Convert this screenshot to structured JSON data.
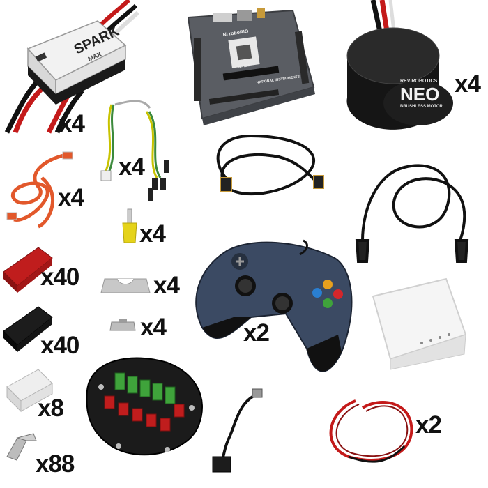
{
  "items": [
    {
      "id": "spark-max",
      "name": "SPARK MAX",
      "quantity": "x4",
      "logo": "SPARK MAX"
    },
    {
      "id": "roborio",
      "name": "NI roboRIO",
      "quantity": ""
    },
    {
      "id": "neo-motor",
      "name": "NEO Brushless Motor",
      "quantity": "x4",
      "logo": "NEO"
    },
    {
      "id": "usb-c-cable",
      "name": "USB-C cable",
      "quantity": "x4"
    },
    {
      "id": "can-wire-pigtail",
      "name": "CAN wire pigtail",
      "quantity": "x4"
    },
    {
      "id": "wire-ferrule",
      "name": "Wire ferrule",
      "quantity": "x4"
    },
    {
      "id": "usb-b-cable",
      "name": "USB-B cable",
      "quantity": ""
    },
    {
      "id": "ethernet-cable",
      "name": "Ethernet cable",
      "quantity": ""
    },
    {
      "id": "red-powerpole",
      "name": "Red Anderson Powerpole housing",
      "quantity": "x40"
    },
    {
      "id": "black-powerpole",
      "name": "Black Anderson Powerpole housing",
      "quantity": "x40"
    },
    {
      "id": "mounting-clip",
      "name": "Mounting clip",
      "quantity": "x4"
    },
    {
      "id": "small-clip",
      "name": "Small clip",
      "quantity": "x4"
    },
    {
      "id": "gamepad",
      "name": "Gamepad",
      "quantity": "x2"
    },
    {
      "id": "radio",
      "name": "Radio access point",
      "quantity": ""
    },
    {
      "id": "white-housing",
      "name": "White housing",
      "quantity": "x8"
    },
    {
      "id": "power-hub",
      "name": "Power distribution hub",
      "quantity": ""
    },
    {
      "id": "ethernet-adapter",
      "name": "Ethernet adapter",
      "quantity": ""
    },
    {
      "id": "red-black-wire",
      "name": "Red/black wire",
      "quantity": "x2"
    },
    {
      "id": "crimp-contact",
      "name": "Crimp contact",
      "quantity": "x88"
    }
  ],
  "labels": {
    "roborio_brand": "NI roboRIO",
    "roborio_maker": "NATIONAL INSTRUMENTS",
    "roborio_labview": "LabVIEW",
    "neo_brand": "REV ROBOTICS",
    "neo_name": "NEO",
    "neo_sub": "BRUSHLESS MOTOR",
    "spark_name": "SPARK",
    "spark_sub": "MAX"
  },
  "colors": {
    "background": "#ffffff",
    "quantity_text": "#111111"
  }
}
